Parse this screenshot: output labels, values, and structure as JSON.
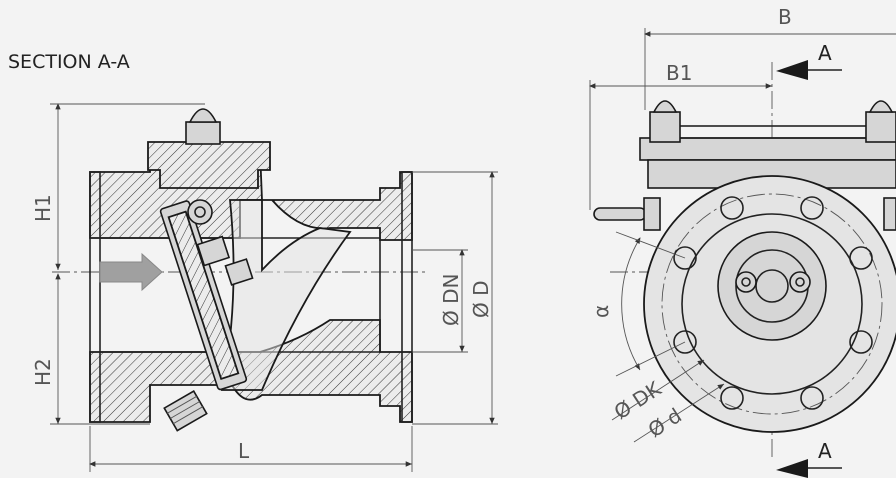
{
  "labels": {
    "section_title": "SECTION A-A",
    "h1": "H1",
    "h2": "H2",
    "l": "L",
    "dn": "Ø DN",
    "d_outer": "Ø D",
    "b": "B",
    "b1": "B1",
    "a_top": "A",
    "a_bottom": "A",
    "alpha": "α",
    "dk": "Ø DK",
    "d_small": "Ø d"
  },
  "colors": {
    "line": "#1a1a1a",
    "flow_arrow": "#a0a0a0",
    "background": "#f3f3f3"
  }
}
